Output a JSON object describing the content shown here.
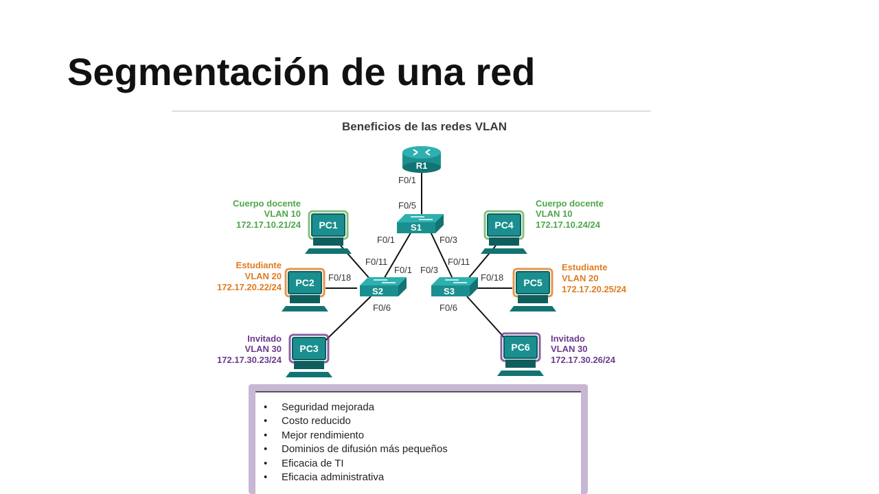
{
  "title": "Segmentación de una red",
  "diagram": {
    "heading": "Beneficios de las redes VLAN",
    "router": "R1",
    "switches": {
      "s1": "S1",
      "s2": "S2",
      "s3": "S3"
    },
    "ports": {
      "r1_f01": "F0/1",
      "s1_f05": "F0/5",
      "s1_f01": "F0/1",
      "s1_f03": "F0/3",
      "s2_f011": "F0/11",
      "s2_f018": "F0/18",
      "s2_f01": "F0/1",
      "s2_f06": "F0/6",
      "s3_f03": "F0/3",
      "s3_f011": "F0/11",
      "s3_f018": "F0/18",
      "s3_f06": "F0/6"
    },
    "pcs": {
      "pc1": {
        "name": "PC1",
        "role": "Cuerpo docente",
        "vlan": "VLAN 10",
        "ip": "172.17.10.21/24"
      },
      "pc2": {
        "name": "PC2",
        "role": "Estudiante",
        "vlan": "VLAN 20",
        "ip": "172.17.20.22/24"
      },
      "pc3": {
        "name": "PC3",
        "role": "Invitado",
        "vlan": "VLAN 30",
        "ip": "172.17.30.23/24"
      },
      "pc4": {
        "name": "PC4",
        "role": "Cuerpo docente",
        "vlan": "VLAN 10",
        "ip": "172.17.10.24/24"
      },
      "pc5": {
        "name": "PC5",
        "role": "Estudiante",
        "vlan": "VLAN 20",
        "ip": "172.17.20.25/24"
      },
      "pc6": {
        "name": "PC6",
        "role": "Invitado",
        "vlan": "VLAN 30",
        "ip": "172.17.30.26/24"
      }
    },
    "colors": {
      "vlan10": "#4ea64a",
      "vlan20": "#e07b1f",
      "vlan30": "#6a3a8c",
      "device": "#1b8f8f"
    }
  },
  "benefits": [
    "Seguridad mejorada",
    "Costo reducido",
    "Mejor rendimiento",
    "Dominios de difusión más pequeños",
    "Eficacia de TI",
    "Eficacia administrativa"
  ]
}
